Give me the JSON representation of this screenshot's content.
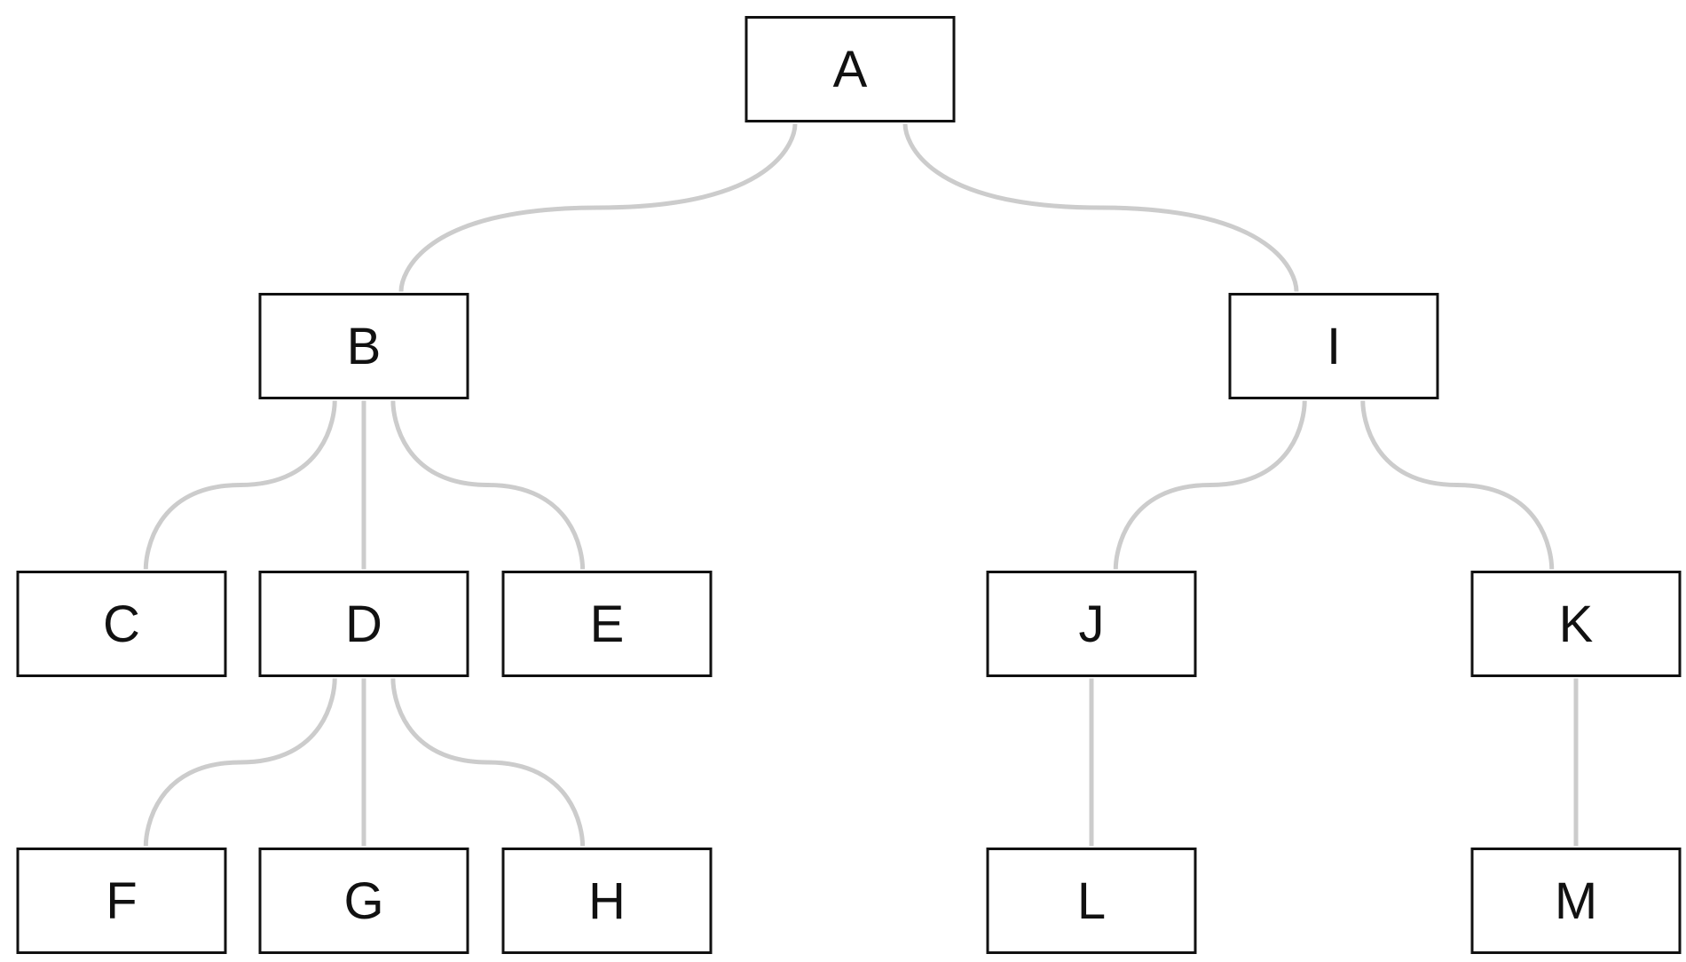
{
  "tree": {
    "nodes": [
      {
        "id": "A",
        "label": "A"
      },
      {
        "id": "B",
        "label": "B"
      },
      {
        "id": "I",
        "label": "I"
      },
      {
        "id": "C",
        "label": "C"
      },
      {
        "id": "D",
        "label": "D"
      },
      {
        "id": "E",
        "label": "E"
      },
      {
        "id": "J",
        "label": "J"
      },
      {
        "id": "K",
        "label": "K"
      },
      {
        "id": "F",
        "label": "F"
      },
      {
        "id": "G",
        "label": "G"
      },
      {
        "id": "H",
        "label": "H"
      },
      {
        "id": "L",
        "label": "L"
      },
      {
        "id": "M",
        "label": "M"
      }
    ],
    "edges": [
      {
        "from": "A",
        "to": "B"
      },
      {
        "from": "A",
        "to": "I"
      },
      {
        "from": "B",
        "to": "C"
      },
      {
        "from": "B",
        "to": "D"
      },
      {
        "from": "B",
        "to": "E"
      },
      {
        "from": "I",
        "to": "J"
      },
      {
        "from": "I",
        "to": "K"
      },
      {
        "from": "D",
        "to": "F"
      },
      {
        "from": "D",
        "to": "G"
      },
      {
        "from": "D",
        "to": "H"
      },
      {
        "from": "J",
        "to": "L"
      },
      {
        "from": "K",
        "to": "M"
      }
    ]
  },
  "colors": {
    "edge": "#cccccc",
    "box_border": "#111111",
    "text": "#111111",
    "background": "#ffffff"
  }
}
